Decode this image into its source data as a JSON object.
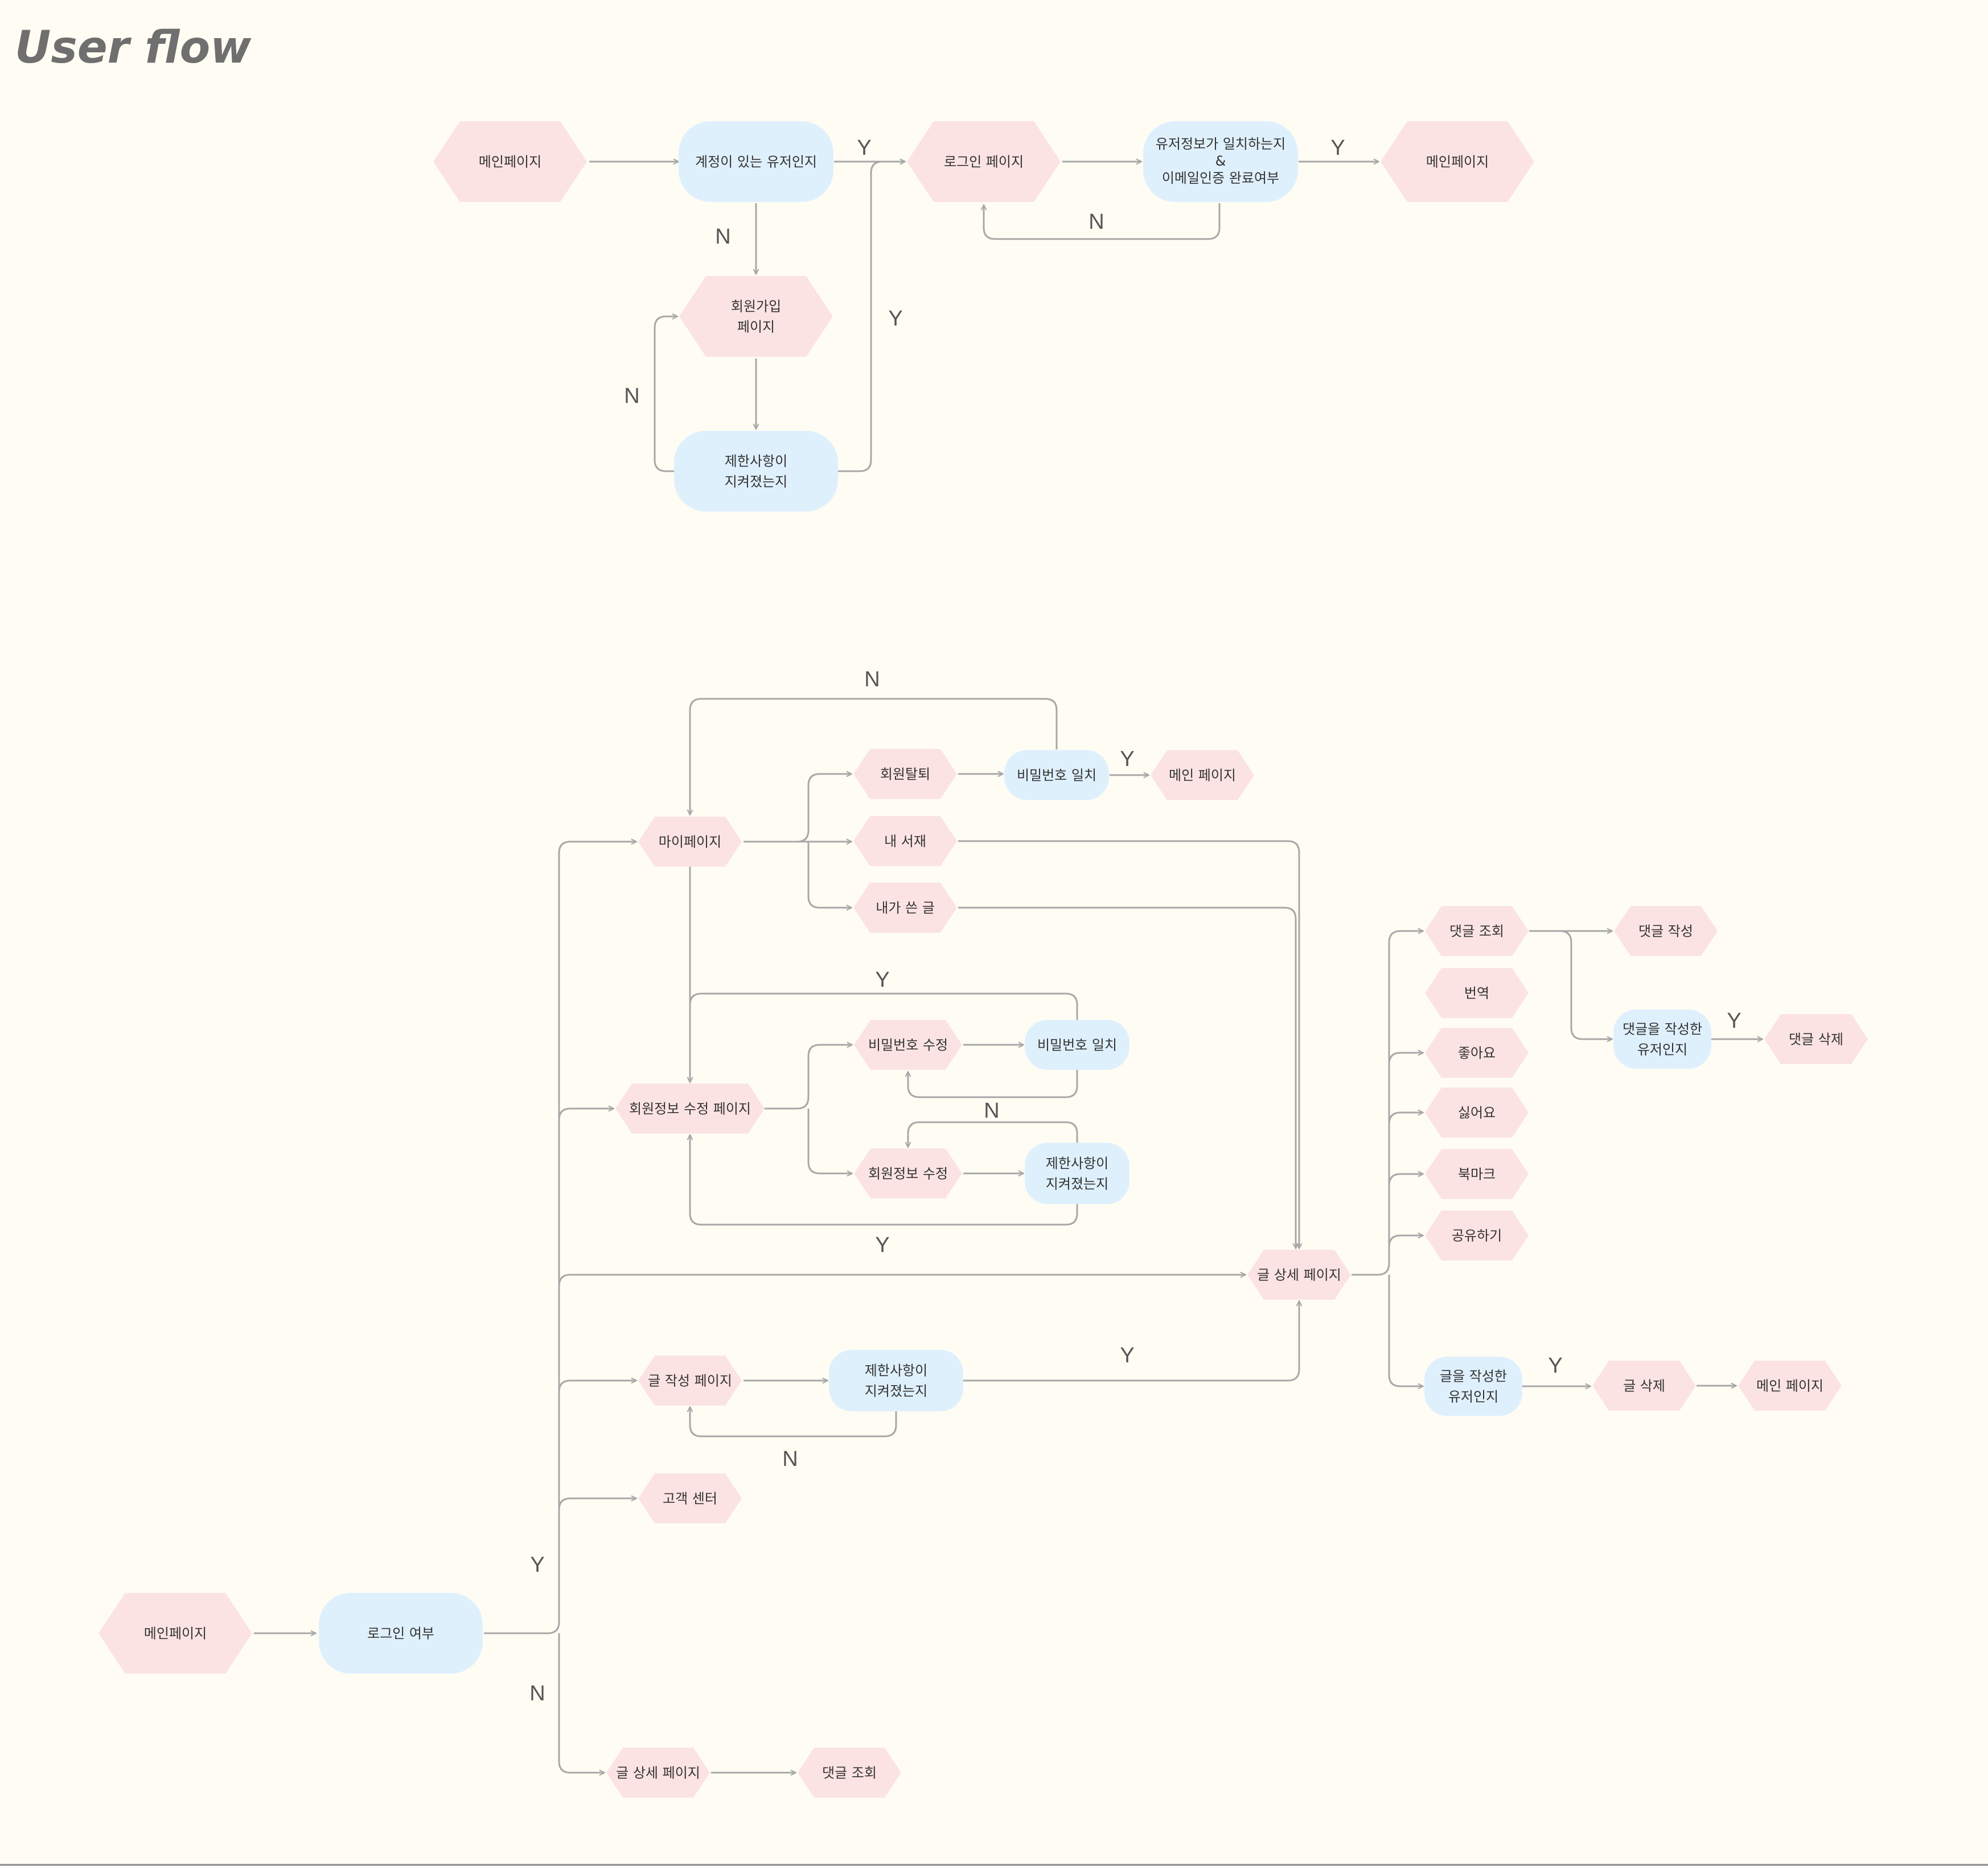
{
  "title": "User flow",
  "nodes": {
    "t_main": [
      "메인페이지"
    ],
    "t_account": [
      "계정이 있는 유저인지"
    ],
    "t_login": [
      "로그인 페이지"
    ],
    "t_verify": [
      "유저정보가 일치하는지",
      "&",
      "이메일인증 완료여부"
    ],
    "t_main2": [
      "메인페이지"
    ],
    "t_signup": [
      "회원가입",
      "페이지"
    ],
    "t_restrict": [
      "제한사항이",
      "지켜졌는지"
    ],
    "b_main": [
      "메인페이지"
    ],
    "b_login": [
      "로그인 여부"
    ],
    "b_mypage": [
      "마이페이지"
    ],
    "b_withdraw": [
      "회원탈퇴"
    ],
    "b_pwmatch1": [
      "비밀번호 일치"
    ],
    "b_mainpage1": [
      "메인 페이지"
    ],
    "b_library": [
      "내 서재"
    ],
    "b_mypost": [
      "내가 쓴 글"
    ],
    "b_editinfo": [
      "회원정보 수정 페이지"
    ],
    "b_pwedit": [
      "비밀번호 수정"
    ],
    "b_pwmatch2": [
      "비밀번호 일치"
    ],
    "b_infoedit": [
      "회원정보 수정"
    ],
    "b_restrict1": [
      "제한사항이",
      "지켜졌는지"
    ],
    "b_postdetail": [
      "글 상세 페이지"
    ],
    "b_write": [
      "글 작성 페이지"
    ],
    "b_restrict2": [
      "제한사항이",
      "지켜졌는지"
    ],
    "b_cs": [
      "고객 센터"
    ],
    "b_postdetail2": [
      "글 상세 페이지"
    ],
    "b_comment2": [
      "댓글 조회"
    ],
    "b_comment": [
      "댓글 조회"
    ],
    "b_translate": [
      "번역"
    ],
    "b_like": [
      "좋아요"
    ],
    "b_dislike": [
      "싫어요"
    ],
    "b_bookmark": [
      "북마크"
    ],
    "b_share": [
      "공유하기"
    ],
    "b_writer": [
      "글을 작성한",
      "유저인지"
    ],
    "b_delete": [
      "글 삭제"
    ],
    "b_mainpage2": [
      "메인 페이지"
    ],
    "b_cwrite": [
      "댓글 작성"
    ],
    "b_cwriter": [
      "댓글을 작성한",
      "유저인지"
    ],
    "b_cdelete": [
      "댓글 삭제"
    ]
  },
  "edge_labels": {
    "yes": "Y",
    "no": "N"
  },
  "colors": {
    "background": "#fffdf3",
    "page_node": "#fce3e3",
    "decision_node": "#dff0fd",
    "connector": "#a8a8a8",
    "text": "#333333"
  }
}
